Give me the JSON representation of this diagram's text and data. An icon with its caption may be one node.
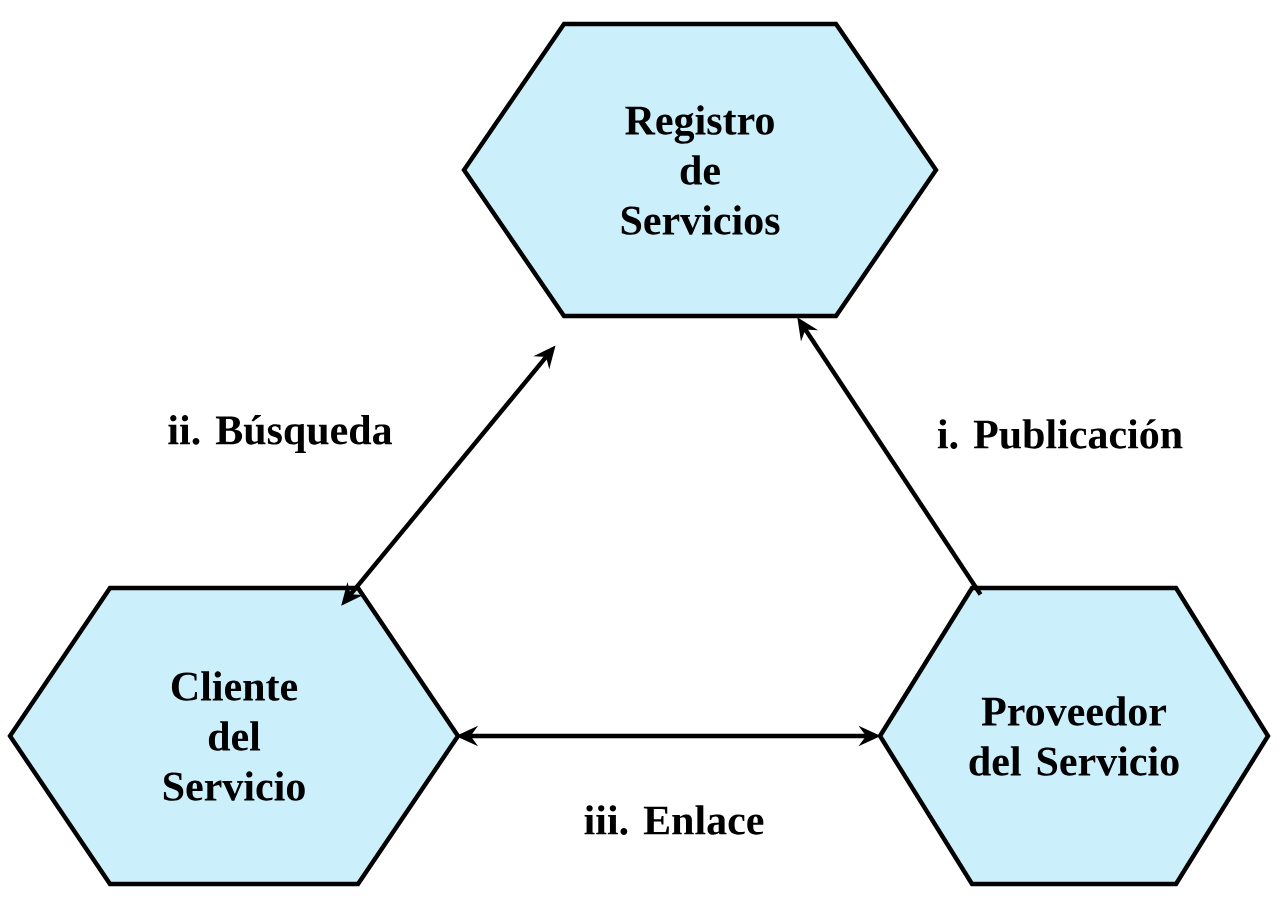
{
  "diagram": {
    "nodes": [
      {
        "text": [
          "Registro de Servicios"
        ]
      },
      {
        "text": [
          "Cliente del Servicio"
        ]
      },
      {
        "text": [
          "Proveedor del Servicio"
        ]
      }
    ],
    "edges": [
      {
        "from": 1,
        "to": 0,
        "arrow": "both",
        "label": "ii. Búsqueda"
      },
      {
        "from": 2,
        "to": 0,
        "arrow": "to",
        "label": "i. Publicación"
      },
      {
        "from": 1,
        "to": 2,
        "arrow": "both",
        "label": "iii. Enlace"
      }
    ]
  }
}
